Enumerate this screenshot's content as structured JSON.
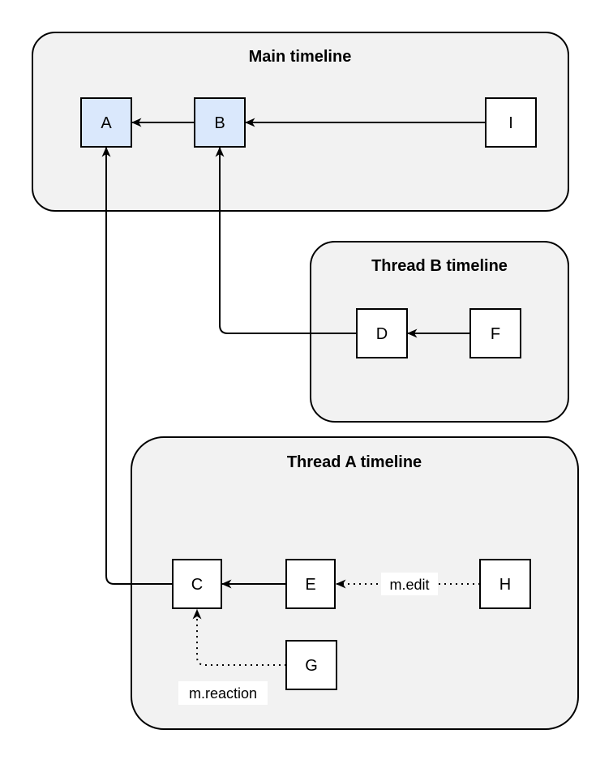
{
  "diagram_type": "matrix-threads-timeline-diagram",
  "groups": [
    {
      "id": "main",
      "title": "Main timeline"
    },
    {
      "id": "thread_b",
      "title": "Thread B timeline"
    },
    {
      "id": "thread_a",
      "title": "Thread A timeline"
    }
  ],
  "nodes": [
    {
      "id": "A",
      "label": "A",
      "group": "main",
      "highlighted": true
    },
    {
      "id": "B",
      "label": "B",
      "group": "main",
      "highlighted": true
    },
    {
      "id": "I",
      "label": "I",
      "group": "main",
      "highlighted": false
    },
    {
      "id": "D",
      "label": "D",
      "group": "thread_b",
      "highlighted": false
    },
    {
      "id": "F",
      "label": "F",
      "group": "thread_b",
      "highlighted": false
    },
    {
      "id": "C",
      "label": "C",
      "group": "thread_a",
      "highlighted": false
    },
    {
      "id": "E",
      "label": "E",
      "group": "thread_a",
      "highlighted": false
    },
    {
      "id": "G",
      "label": "G",
      "group": "thread_a",
      "highlighted": false
    },
    {
      "id": "H",
      "label": "H",
      "group": "thread_a",
      "highlighted": false
    }
  ],
  "edges": [
    {
      "from": "B",
      "to": "A",
      "style": "solid",
      "label": ""
    },
    {
      "from": "I",
      "to": "B",
      "style": "solid",
      "label": ""
    },
    {
      "from": "F",
      "to": "D",
      "style": "solid",
      "label": ""
    },
    {
      "from": "D",
      "to": "B",
      "style": "solid",
      "label": ""
    },
    {
      "from": "E",
      "to": "C",
      "style": "solid",
      "label": ""
    },
    {
      "from": "C",
      "to": "A",
      "style": "solid",
      "label": ""
    },
    {
      "from": "H",
      "to": "E",
      "style": "dotted",
      "label": "m.edit"
    },
    {
      "from": "G",
      "to": "C",
      "style": "dotted",
      "label": "m.reaction"
    }
  ],
  "colors": {
    "highlight_node_fill": "#dae8fc",
    "node_fill": "#ffffff",
    "container_fill": "#f2f2f2",
    "stroke": "#000000",
    "label_background": "#ffffff",
    "canvas_background": "#ffffff"
  }
}
